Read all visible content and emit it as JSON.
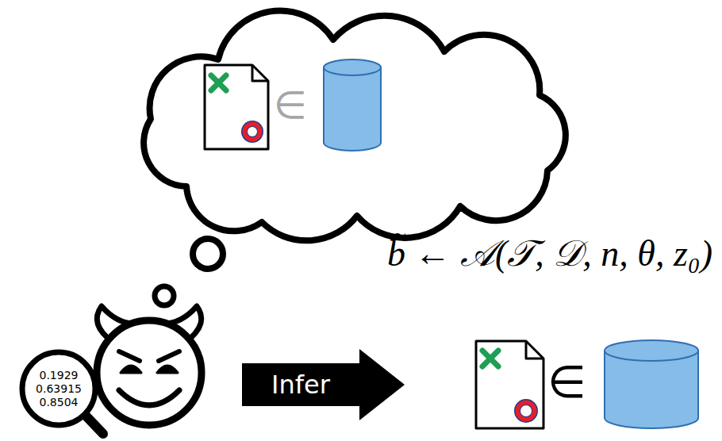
{
  "diagram": {
    "nodes": [
      {
        "text": [
          "∈"
        ]
      },
      {
        "text": [
          "0.1929",
          "0.63915",
          "0.8504"
        ]
      },
      {
        "text": [
          "Infer"
        ]
      }
    ],
    "labels": [
      "b̃ ← 𝒜(𝒯, 𝒟, n, θ, z₀)",
      "∈"
    ]
  }
}
